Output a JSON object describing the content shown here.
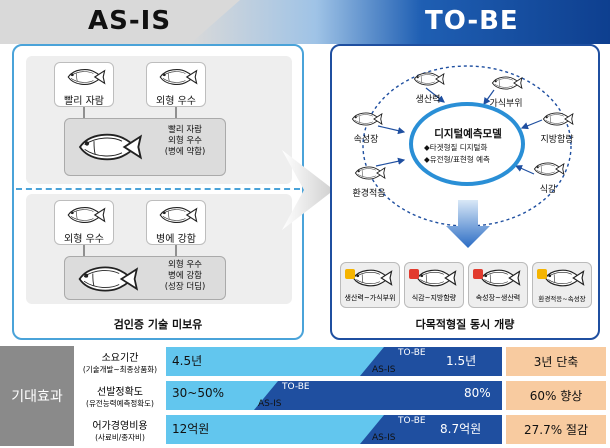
{
  "header": {
    "as_is": "AS-IS",
    "to_be": "TO-BE"
  },
  "as_is": {
    "top": {
      "fish1": "빨리 자람",
      "fish2": "외형 우수",
      "combined": [
        "빨리 자람",
        "외형 우수",
        "(병에 약함)"
      ]
    },
    "bottom": {
      "fish1": "외형 우수",
      "fish2": "병에 강함",
      "combined": [
        "외형 우수",
        "병에 강함",
        "(성장 더딤)"
      ]
    },
    "caption": "검인증 기술 미보유"
  },
  "to_be": {
    "center_title": "디지털예측모델",
    "center_items": [
      "◆타겟형질 디지털화",
      "◆유전형/표현형 예측"
    ],
    "nodes": [
      "생산력",
      "가식부위",
      "지방함량",
      "식감",
      "환경적응",
      "속성장"
    ],
    "results": [
      "생산력~가식부위",
      "식감~지방함량",
      "속성장~생산력",
      "환경적응~속성장"
    ],
    "caption": "다목적형질 동시 개량"
  },
  "effects": {
    "label": "기대효과",
    "rows": [
      {
        "name": "소요기간",
        "sub": "(기술개발~최종상품화)",
        "as_is_value": "4.5년",
        "to_be_value": "1.5년",
        "result": "3년 단축",
        "tag_to_be": "TO-BE",
        "tag_as_is": "AS-IS"
      },
      {
        "name": "선발정확도",
        "sub": "(유전능력예측정확도)",
        "as_is_value": "30~50%",
        "to_be_value": "80%",
        "result": "60% 향상",
        "tag_to_be": "TO-BE",
        "tag_as_is": "AS-IS"
      },
      {
        "name": "어가경영비용",
        "sub": "(사료비/종자비)",
        "as_is_value": "12억원",
        "to_be_value": "8.7억원",
        "result": "27.7% 절감",
        "tag_to_be": "TO-BE",
        "tag_as_is": "AS-IS"
      }
    ]
  },
  "colors": {
    "accent": "#1f5fb3",
    "light_blue": "#5bc0eb",
    "result_bg": "#f8cba0",
    "panel_border": "#4aa3d9"
  }
}
